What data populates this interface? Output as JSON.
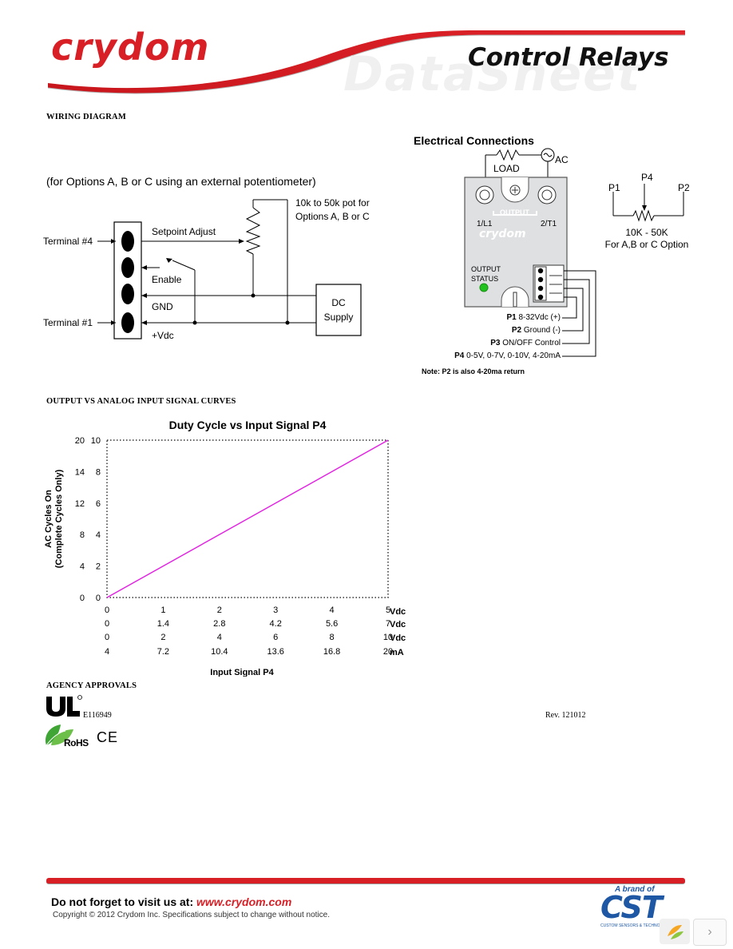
{
  "header": {
    "brand": "crydom",
    "product_line": "Control Relays",
    "watermark": "DataSheet"
  },
  "wiring": {
    "section_title": "WIRING DIAGRAM",
    "options_note": "(for Options A, B or C using an external potentiometer)",
    "pot_note_line1": "10k to 50k pot for",
    "pot_note_line2": "Options A, B or C",
    "terminal4": "Terminal #4",
    "terminal1": "Terminal #1",
    "setpoint": "Setpoint Adjust",
    "enable": "Enable",
    "gnd": "GND",
    "vdc": "+Vdc",
    "dc_line1": "DC",
    "dc_line2": "Supply"
  },
  "electrical": {
    "title": "Electrical Connections",
    "load": "LOAD",
    "ac": "AC",
    "output": "OUTPUT",
    "l1": "1/L1",
    "t1": "2/T1",
    "device_brand": "crydom",
    "status_line1": "OUTPUT",
    "status_line2": "STATUS",
    "status_color": "#22c21e",
    "pins": [
      {
        "id": "P1",
        "desc": "8-32Vdc (+)"
      },
      {
        "id": "P2",
        "desc": "Ground (-)"
      },
      {
        "id": "P3",
        "desc": "ON/OFF Control"
      },
      {
        "id": "P4",
        "desc": "0-5V, 0-7V, 0-10V, 4-20mA"
      }
    ],
    "note": "Note: P2 is also 4-20ma return",
    "pot_p1": "P1",
    "pot_p2": "P2",
    "pot_p4": "P4",
    "pot_range": "10K - 50K",
    "pot_option": "For A,B or C Option"
  },
  "curves": {
    "section_title": "OUTPUT VS ANALOG INPUT SIGNAL CURVES"
  },
  "chart_data": {
    "type": "line",
    "title": "Duty Cycle vs Input Signal P4",
    "ylabel_line1": "AC Cycles On",
    "ylabel_line2": "(Complete Cycles Only)",
    "xlabel": "Input Signal P4",
    "y_outer_ticks": [
      "20",
      "14",
      "12",
      "8",
      "4",
      "0"
    ],
    "y_inner_ticks": [
      "10",
      "8",
      "6",
      "4",
      "2",
      "0"
    ],
    "y_inner_values": [
      10,
      8,
      6,
      4,
      2,
      0
    ],
    "ylim": [
      0,
      10
    ],
    "xlim": [
      0,
      5
    ],
    "x_rows": [
      {
        "unit": "Vdc",
        "labels": [
          "0",
          "1",
          "2",
          "3",
          "4",
          "5"
        ]
      },
      {
        "unit": "Vdc",
        "labels": [
          "0",
          "1.4",
          "2.8",
          "4.2",
          "5.6",
          "7"
        ]
      },
      {
        "unit": "Vdc",
        "labels": [
          "0",
          "2",
          "4",
          "6",
          "8",
          "10"
        ]
      },
      {
        "unit": "mA",
        "labels": [
          "4",
          "7.2",
          "10.4",
          "13.6",
          "16.8",
          "20"
        ]
      }
    ],
    "series": [
      {
        "x": [
          0,
          5
        ],
        "y": [
          0,
          10
        ],
        "color": "#e020e0"
      }
    ],
    "grid": false,
    "frame": "dotted"
  },
  "agency": {
    "section_title": "AGENCY APPROVALS",
    "ul_file": "E116949",
    "revision": "Rev. 121012",
    "rohs": "RoHS",
    "ce": "CE"
  },
  "footer": {
    "visit": "Do not forget to visit us at: ",
    "url": "www.crydom.com",
    "copyright": "Copyright © 2012 Crydom Inc. Specifications subject to change without notice.",
    "brand_of": "A brand of",
    "cst": "CST",
    "cst_sub": "CUSTOM SENSORS & TECHNOLOGIES"
  },
  "colors": {
    "brand_red": "#d81f26",
    "footer_url": "#d81f26",
    "cst_blue": "#1e57a4"
  }
}
